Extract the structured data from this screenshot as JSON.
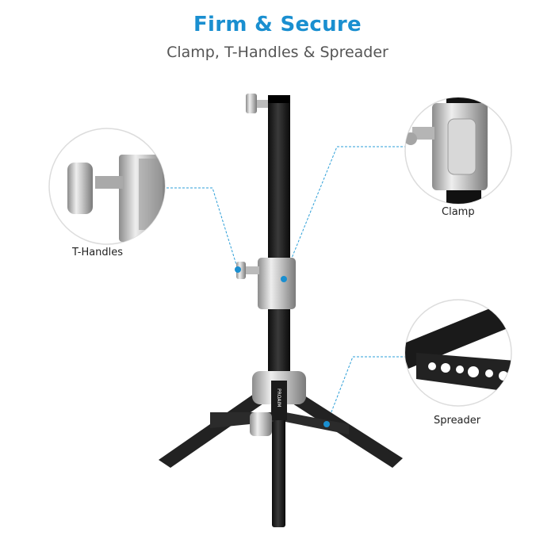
{
  "header": {
    "title": "Firm & Secure",
    "subtitle": "Clamp, T-Handles & Spreader"
  },
  "callouts": {
    "t_handles": "T-Handles",
    "clamp": "Clamp",
    "spreader": "Spreader"
  },
  "product": {
    "brand_mark": "PROAIM"
  },
  "colors": {
    "title": "#1a8fd0",
    "accent": "#1a8fd0",
    "leader_line": "#2d9fd8",
    "circle_border": "#dcdcdc"
  }
}
